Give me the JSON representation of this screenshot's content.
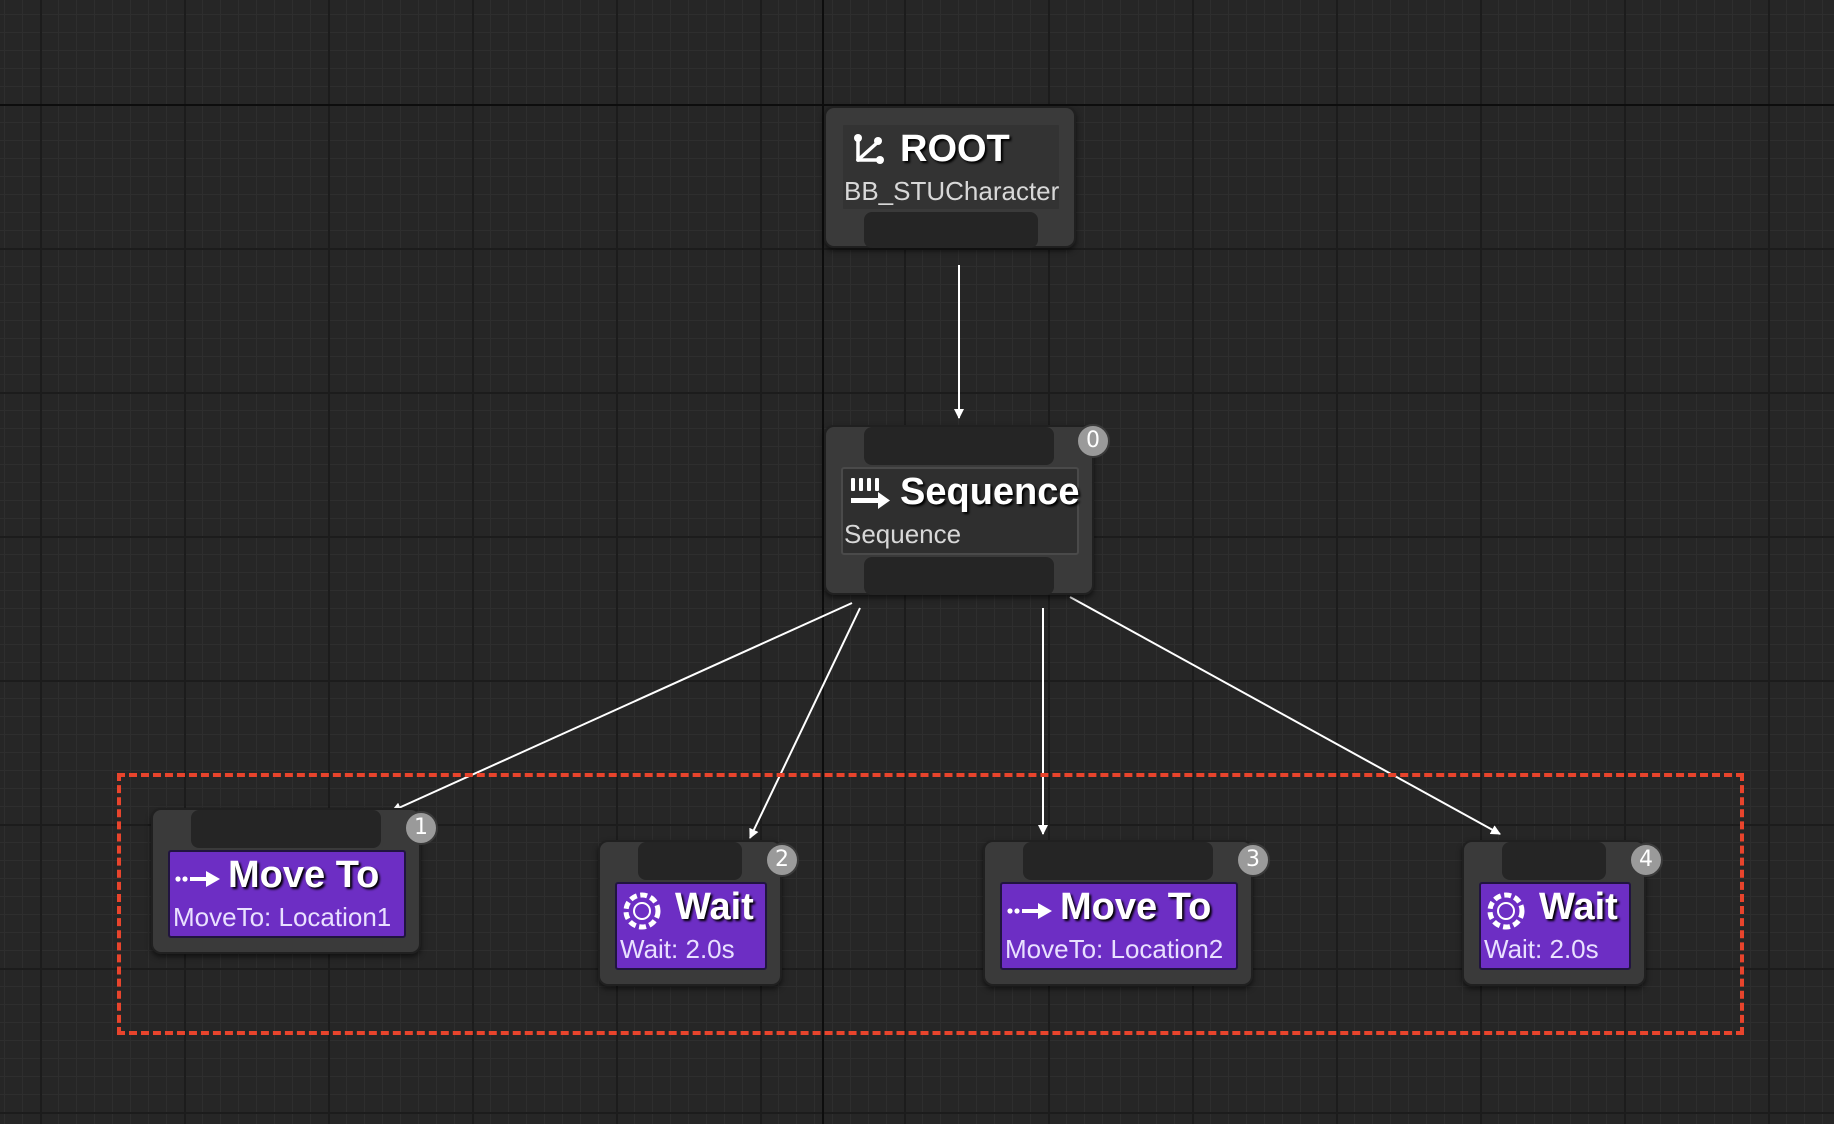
{
  "colors": {
    "background": "#262626",
    "node_frame": "#3a3a3a",
    "task_body": "#6d2ec4",
    "selection_outline": "#e8442c",
    "wire": "#ffffff",
    "badge": "#9a9a9a"
  },
  "nodes": {
    "root": {
      "title": "ROOT",
      "subtitle": "BB_STUCharacter",
      "icon": "root-branch-icon"
    },
    "sequence": {
      "title": "Sequence",
      "subtitle": "Sequence",
      "icon": "sequence-icon",
      "order": "0"
    },
    "move_to_1": {
      "title": "Move To",
      "subtitle": "MoveTo: Location1",
      "icon": "move-to-arrow-icon",
      "order": "1"
    },
    "wait_1": {
      "title": "Wait",
      "subtitle": "Wait: 2.0s",
      "icon": "wait-dial-icon",
      "order": "2"
    },
    "move_to_2": {
      "title": "Move To",
      "subtitle": "MoveTo: Location2",
      "icon": "move-to-arrow-icon",
      "order": "3"
    },
    "wait_2": {
      "title": "Wait",
      "subtitle": "Wait: 2.0s",
      "icon": "wait-dial-icon",
      "order": "4"
    }
  }
}
